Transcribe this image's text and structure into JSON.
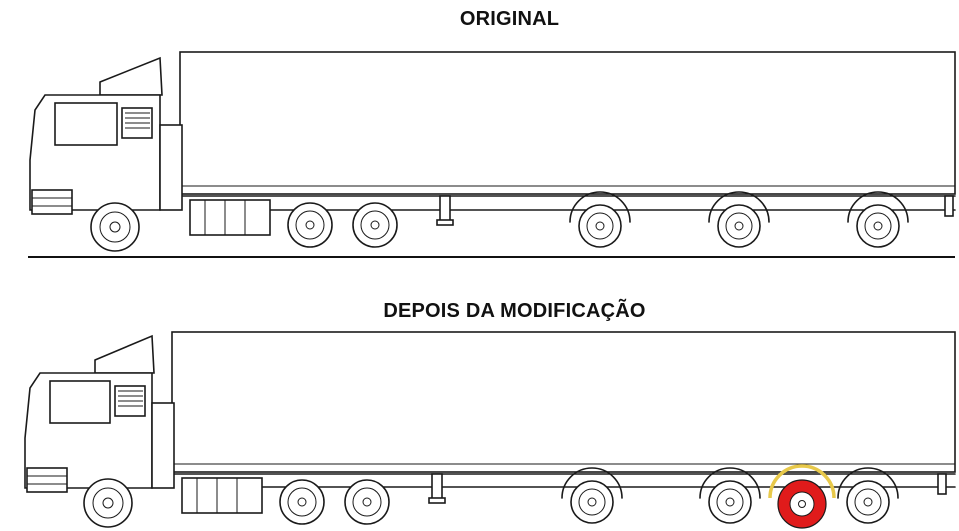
{
  "panels": {
    "original": {
      "title": "ORIGINAL"
    },
    "modified": {
      "title": "DEPOIS DA MODIFICAÇÃO"
    }
  },
  "highlight": {
    "description_color": "#e01b1b",
    "fender_color": "#e8c94a",
    "axle_index": 4
  }
}
